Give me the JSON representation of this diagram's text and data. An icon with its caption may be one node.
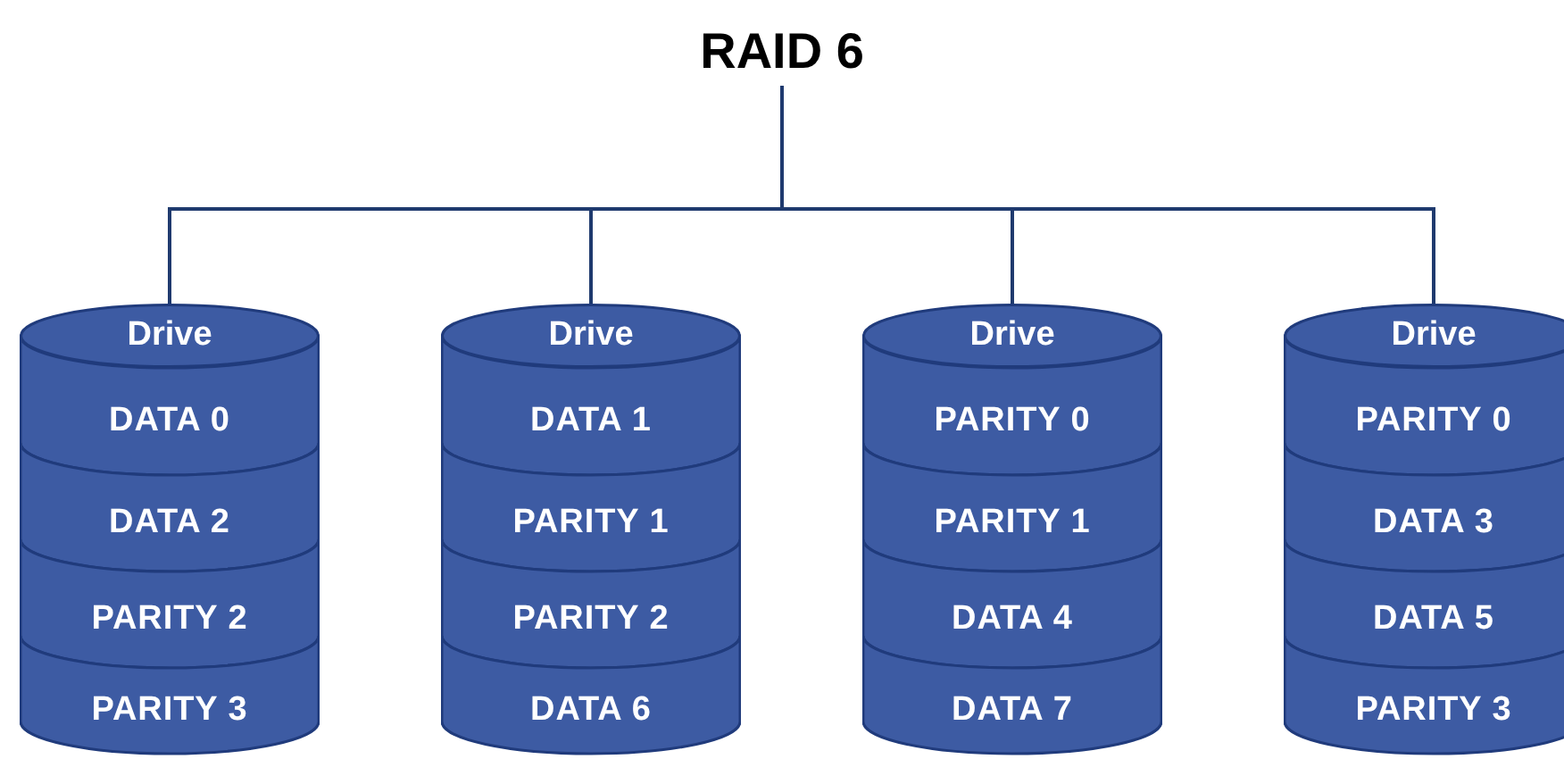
{
  "diagram": {
    "nodes": [
      {
        "text": [
          "RAID 6"
        ]
      },
      {
        "text": [
          "Drive"
        ]
      },
      {
        "text": [
          "DATA 0"
        ],
        "in": 1
      },
      {
        "text": [
          "DATA 2"
        ],
        "in": 1
      },
      {
        "text": [
          "PARITY 2"
        ],
        "in": 1
      },
      {
        "text": [
          "PARITY 3"
        ],
        "in": 1
      },
      {
        "text": [
          "Drive"
        ]
      },
      {
        "text": [
          "DATA 1"
        ],
        "in": 6
      },
      {
        "text": [
          "PARITY 1"
        ],
        "in": 6
      },
      {
        "text": [
          "PARITY 2"
        ],
        "in": 6
      },
      {
        "text": [
          "DATA 6"
        ],
        "in": 6
      },
      {
        "text": [
          "Drive"
        ]
      },
      {
        "text": [
          "PARITY 0"
        ],
        "in": 11
      },
      {
        "text": [
          "PARITY 1"
        ],
        "in": 11
      },
      {
        "text": [
          "DATA 4"
        ],
        "in": 11
      },
      {
        "text": [
          "DATA 7"
        ],
        "in": 11
      },
      {
        "text": [
          "Drive"
        ]
      },
      {
        "text": [
          "PARITY 0"
        ],
        "in": 16
      },
      {
        "text": [
          "DATA 3"
        ],
        "in": 16
      },
      {
        "text": [
          "DATA 5"
        ],
        "in": 16
      },
      {
        "text": [
          "PARITY 3"
        ],
        "in": 16
      }
    ],
    "edges": [
      {
        "from": 0,
        "to": 1,
        "arrow": "none"
      },
      {
        "from": 0,
        "to": 6,
        "arrow": "none"
      },
      {
        "from": 0,
        "to": 11,
        "arrow": "none"
      },
      {
        "from": 0,
        "to": 16,
        "arrow": "none"
      }
    ]
  }
}
